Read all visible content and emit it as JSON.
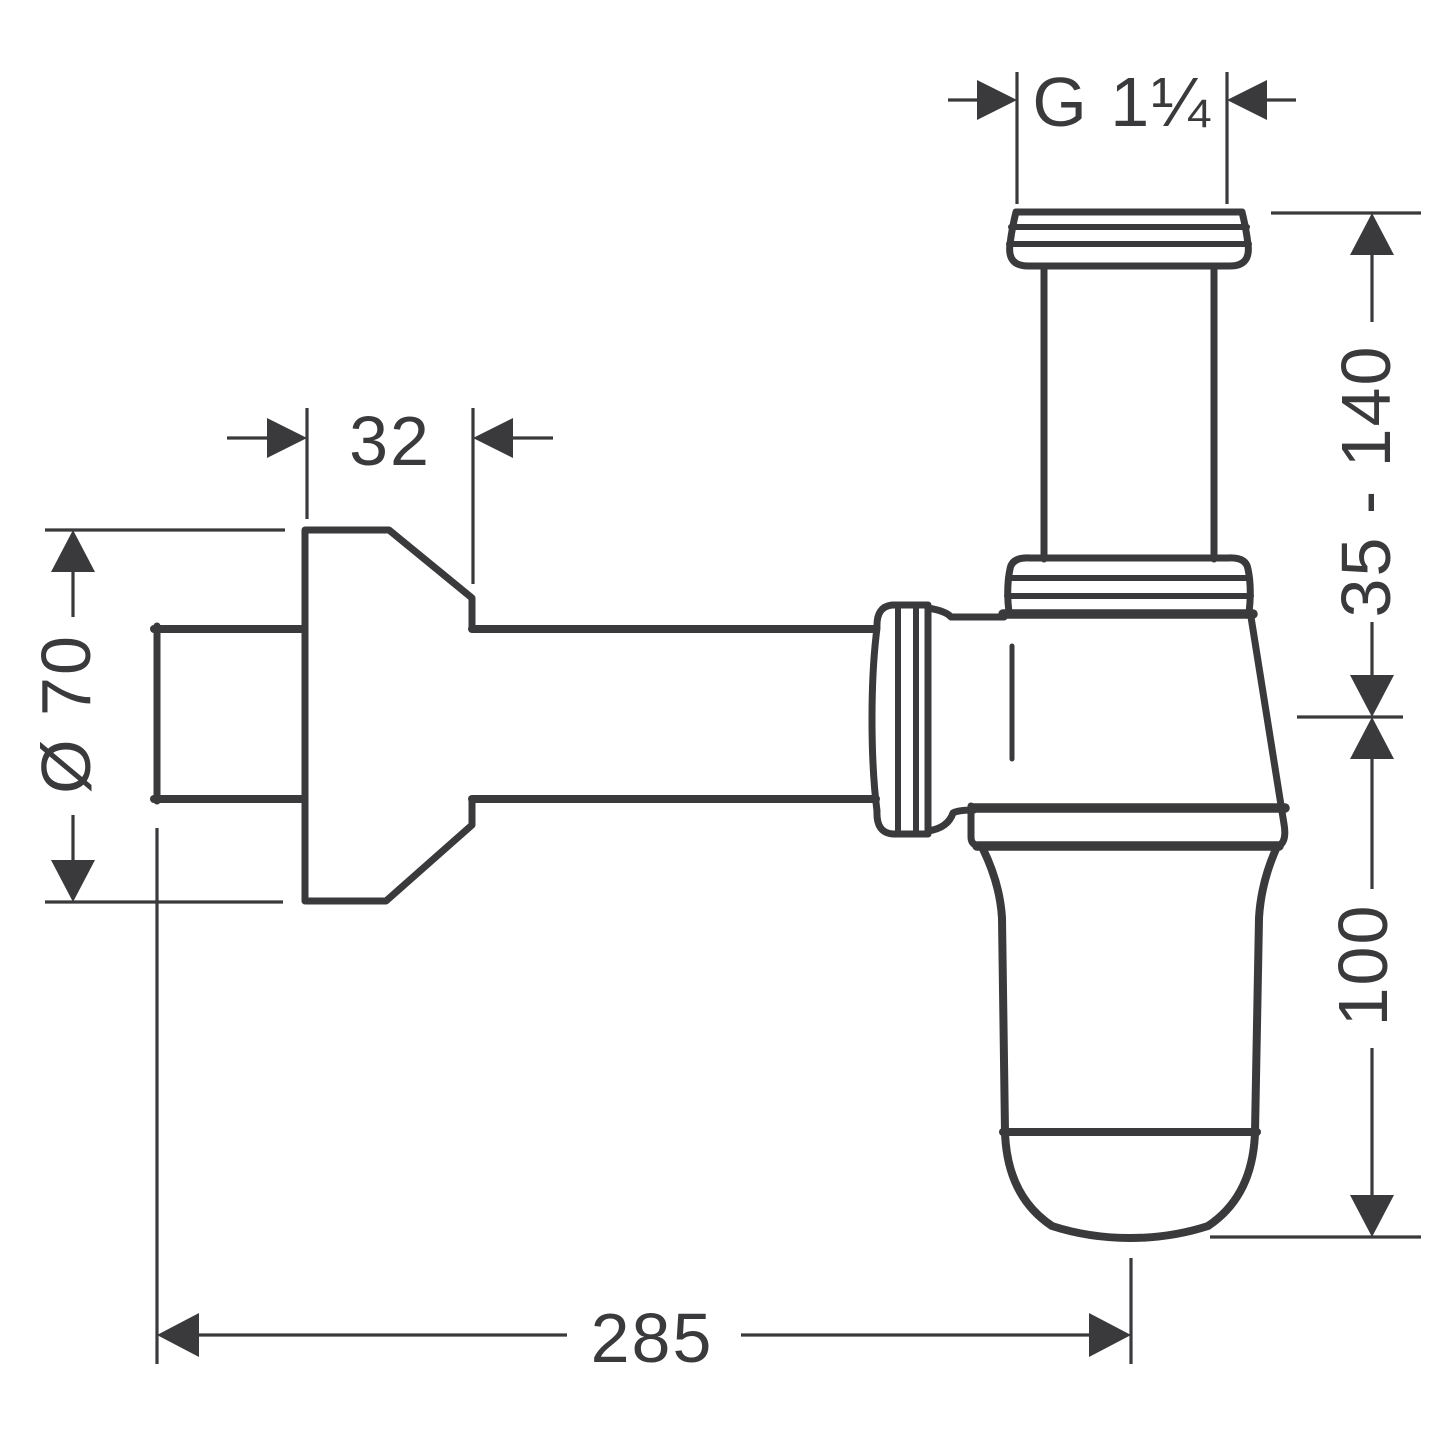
{
  "colors": {
    "background": "#ffffff",
    "line": "#3a3a3c",
    "text": "#3a3a3c"
  },
  "diagram": {
    "dimension_labels": {
      "thread_size": "G 1¼",
      "flange_depth": "32",
      "flange_diameter": "Ø 70",
      "height_adjustment": "35 - 140",
      "cup_height": "100",
      "overall_projection": "285"
    }
  }
}
